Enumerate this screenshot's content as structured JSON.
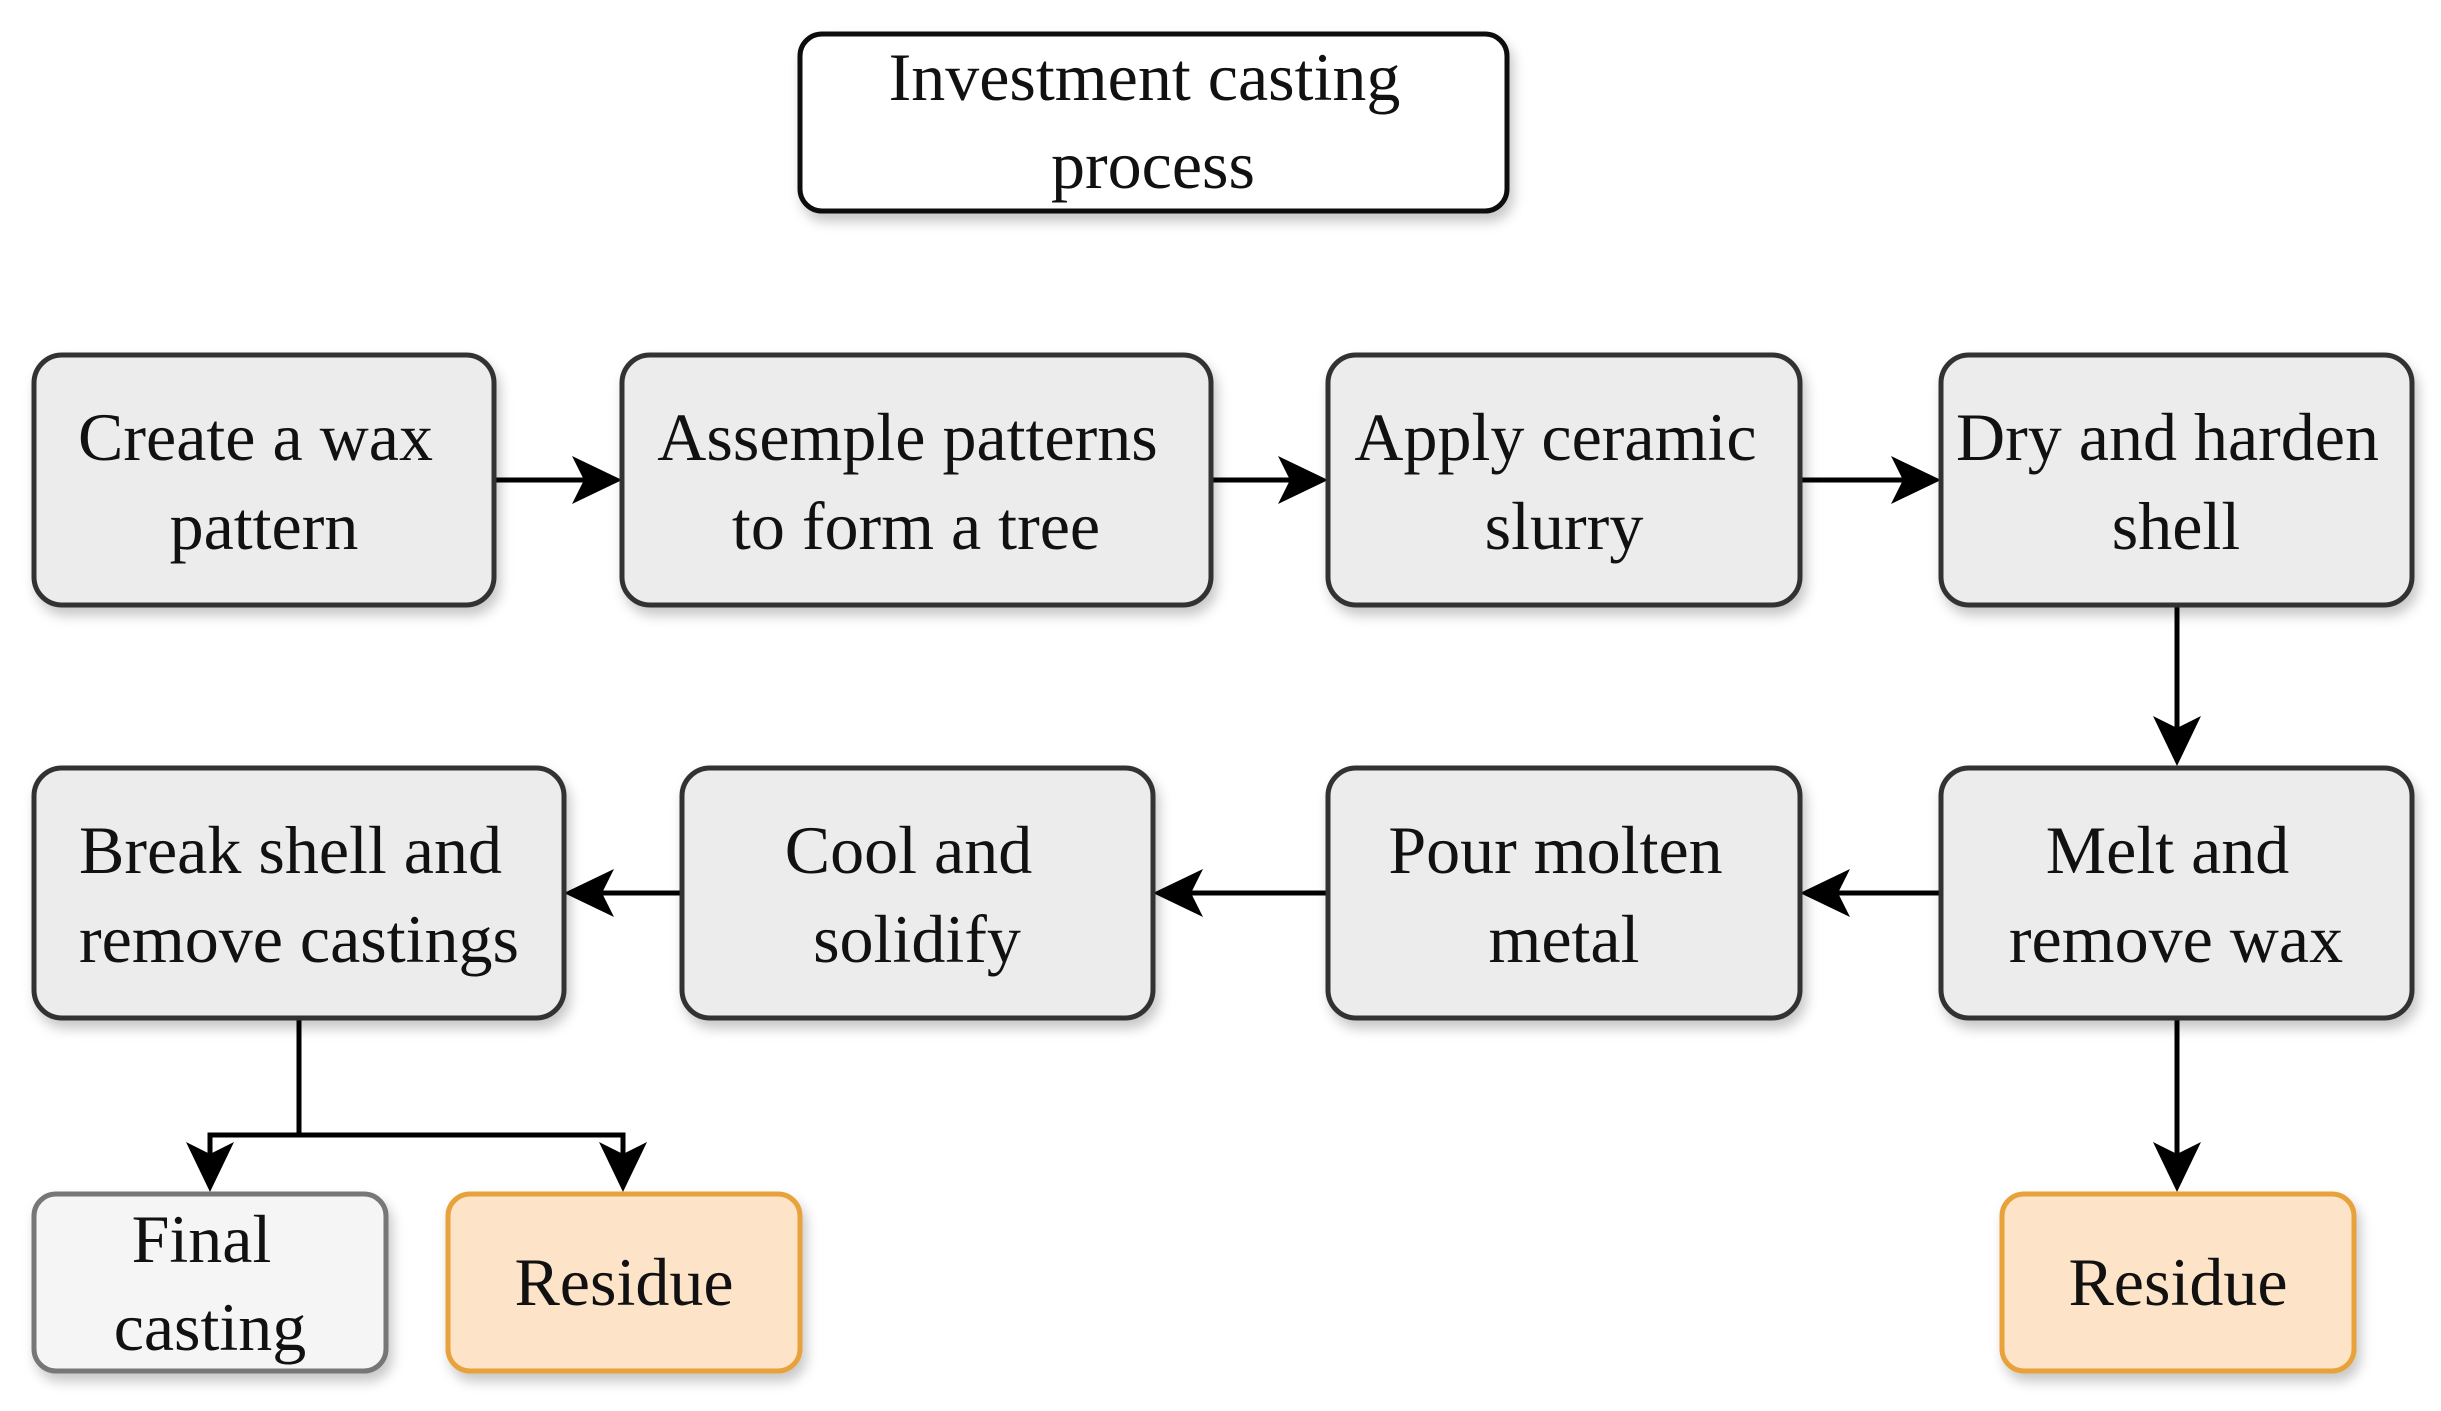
{
  "colors": {
    "step_fill": "#ececec",
    "step_stroke": "#333333",
    "final_fill": "#f5f5f5",
    "final_stroke": "#777777",
    "residue_fill": "#fde3c8",
    "residue_stroke": "#e8a23a"
  },
  "title": [
    "Investment casting",
    "process"
  ],
  "nodes": {
    "wax_pattern": [
      "Create a wax",
      "pattern"
    ],
    "assemble": [
      "Assemple patterns",
      "to form a tree"
    ],
    "slurry": [
      "Apply ceramic",
      "slurry"
    ],
    "dry": [
      "Dry and harden",
      "shell"
    ],
    "melt": [
      "Melt and",
      "remove wax"
    ],
    "pour": [
      "Pour molten",
      "metal"
    ],
    "cool": [
      "Cool and",
      "solidify"
    ],
    "break": [
      "Break shell and",
      "remove castings"
    ],
    "final": [
      "Final",
      "casting"
    ],
    "residue_left": [
      "Residue"
    ],
    "residue_right": [
      "Residue"
    ]
  }
}
